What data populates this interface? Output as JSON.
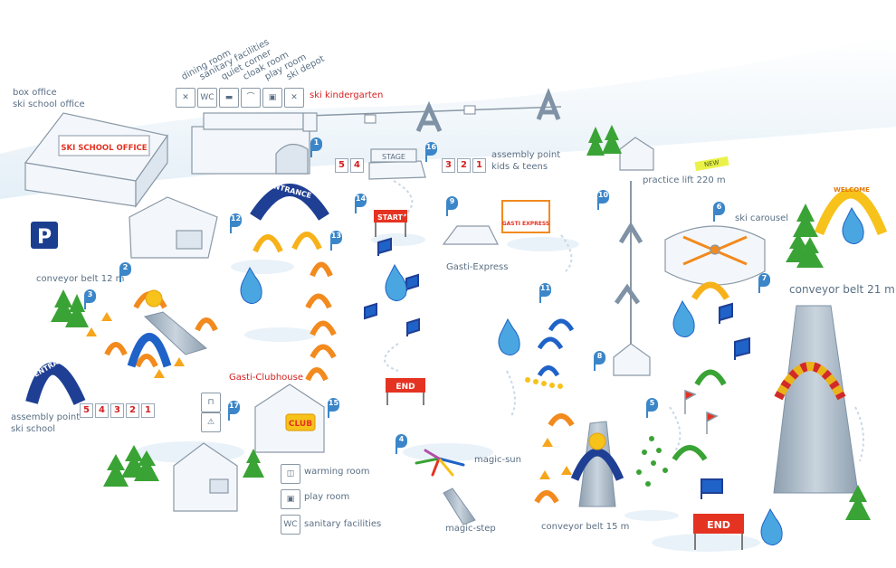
{
  "facility_labels": [
    "dining room",
    "sanitary facilities",
    "quiet corner",
    "cloak room",
    "play room",
    "ski depot"
  ],
  "kindergarten": "ski kindergarten",
  "box_office": "box office",
  "ski_school_office_label": "ski school office",
  "ski_school_sign": "SKI SCHOOL OFFICE",
  "parking": "P",
  "entrance": "ENTRANCE",
  "stage": "STAGE",
  "assembly_kids_line1": "assembly point",
  "assembly_kids_line2": "kids & teens",
  "assembly_school_line1": "assembly point",
  "assembly_school_line2": "ski school",
  "new_badge": "NEW",
  "practice_lift": "practice lift 220 m",
  "ski_carousel": "ski carousel",
  "welcome": "WELCOME",
  "conveyor_12": "conveyor belt 12 m",
  "conveyor_21": "conveyor belt 21 m",
  "conveyor_15": "conveyor belt 15 m",
  "gasti_express": "Gasti-Express",
  "gasti_express_sign": "GASTI EXPRESS",
  "start": "START",
  "end": "END",
  "clubhouse": "Gasti-Clubhouse",
  "club": "CLUB",
  "magic_sun": "magic-sun",
  "magic_step": "magic-step",
  "legend": [
    "warming room",
    "play room",
    "sanitary facilities"
  ],
  "legend_wc": "WC",
  "wc_icon": "WC",
  "num_group_kids_left": [
    "5",
    "4"
  ],
  "num_group_kids_right": [
    "3",
    "2",
    "1"
  ],
  "num_group_school": [
    "5",
    "4",
    "3",
    "2",
    "1"
  ],
  "pins": [
    "1",
    "2",
    "3",
    "4",
    "5",
    "6",
    "7",
    "8",
    "9",
    "10",
    "11",
    "12",
    "13",
    "14",
    "15",
    "16",
    "17"
  ],
  "colors": {
    "accent_blue": "#3b86c9",
    "red_text": "#d62020",
    "orange": "#f28a1e",
    "yellow": "#f7c21a",
    "green": "#3aa335",
    "navy": "#1f3f94",
    "label": "#5a6f84"
  }
}
